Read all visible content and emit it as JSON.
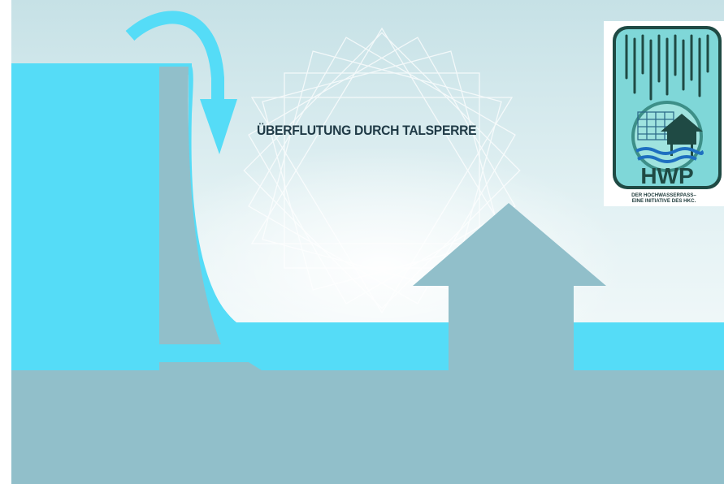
{
  "caption": "ÜBERFLUTUNG DURCH TALSPERRE",
  "logo": {
    "wordmark": "HWP",
    "tagline_line1": "DER HOCHWASSERPASS–",
    "tagline_line2": "EINE INITIATIVE DES HKC."
  },
  "colors": {
    "water": "#55dcf7",
    "concrete": "#91bfca",
    "ground": "#91bfca",
    "sky_top": "#c6e1e6",
    "logo_green": "#1f4a44",
    "logo_badge": "#7fd7d8"
  },
  "icons": {
    "overflow_arrow": "curved-arrow-down-icon",
    "house": "house-arrow-icon"
  }
}
